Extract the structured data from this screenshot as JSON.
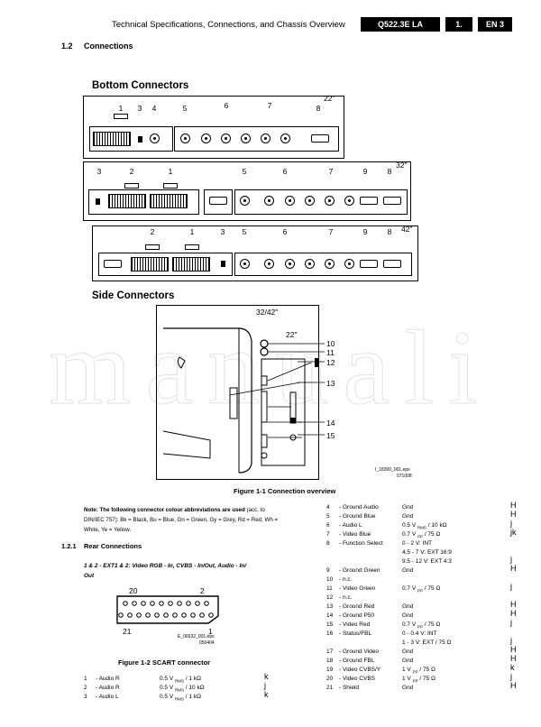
{
  "header": {
    "title": "Technical Specifications, Connections, and Chassis Overview",
    "model": "Q522.3E LA",
    "section": "1.",
    "lang": "EN 3"
  },
  "section": {
    "number": "1.2",
    "title": "Connections"
  },
  "bottom": {
    "heading": "Bottom Connectors",
    "panel22": {
      "size": "22\"",
      "nums": [
        "1",
        "3",
        "4",
        "5",
        "6",
        "7",
        "8"
      ]
    },
    "panel32": {
      "size": "32\"",
      "nums": [
        "3",
        "2",
        "1",
        "5",
        "6",
        "7",
        "9",
        "8"
      ]
    },
    "panel42": {
      "size": "42\"",
      "nums": [
        "2",
        "1",
        "3",
        "5",
        "6",
        "7",
        "9",
        "8"
      ]
    }
  },
  "side": {
    "heading": "Side Connectors",
    "size_main": "32/42\"",
    "size_small": "22\"",
    "callouts": [
      "10",
      "11",
      "12",
      "13",
      "14",
      "15"
    ],
    "code1": "I_18300_001.eps",
    "code2": "071008"
  },
  "figure1": {
    "caption": "Figure 1-1 Connection overview"
  },
  "note": {
    "bold": "Note: The following connector colour abbreviations are used",
    "text": "(acc. to DIN/IEC 757): Bk = Black, Bu = Blue, Gn = Green, Gy = Grey, Rd = Red, Wh = White, Ye = Yellow."
  },
  "rear": {
    "number": "1.2.1",
    "title": "Rear Connections",
    "ext_desc": "1 & 2 - EXT1 & 2: Video RGB - In, CVBS - In/Out, Audio - In/ Out"
  },
  "scart": {
    "pin_tl": "20",
    "pin_tr": "2",
    "pin_bl": "21",
    "pin_br": "1",
    "code1": "E_06532_001.eps",
    "code2": "050404",
    "caption": "Figure 1-2 SCART connector"
  },
  "pins_left": [
    {
      "n": "1",
      "l": "- Audio R",
      "v": "0.5 V",
      "sub": "RMS",
      "u": " / 1 kΩ",
      "m": "k"
    },
    {
      "n": "2",
      "l": "- Audio R",
      "v": "0.5 V",
      "sub": "RMS",
      "u": " / 10 kΩ",
      "m": "j"
    },
    {
      "n": "3",
      "l": "- Audio L",
      "v": "0.5 V",
      "sub": "RMS",
      "u": " / 1 kΩ",
      "m": "k"
    }
  ],
  "pins_right": [
    {
      "n": "4",
      "l": "- Ground Audio",
      "v": "Gnd",
      "sub": "",
      "u": "",
      "m": "H"
    },
    {
      "n": "5",
      "l": "- Ground Blue",
      "v": "Gnd",
      "sub": "",
      "u": "",
      "m": "H"
    },
    {
      "n": "6",
      "l": "- Audio L",
      "v": "0.5 V",
      "sub": "RMS",
      "u": " / 10 kΩ",
      "m": "j"
    },
    {
      "n": "7",
      "l": "- Video Blue",
      "v": "0.7 V",
      "sub": "PP",
      "u": " / 75 Ω",
      "m": "jk"
    },
    {
      "n": "8",
      "l": "- Function Select",
      "v": "0 - 2 V: INT",
      "sub": "",
      "u": "",
      "m": ""
    },
    {
      "n": "",
      "l": "",
      "v": "4.5 - 7 V: EXT 16:9",
      "sub": "",
      "u": "",
      "m": ""
    },
    {
      "n": "",
      "l": "",
      "v": "9.5 - 12 V: EXT 4:3",
      "sub": "",
      "u": "",
      "m": "j"
    },
    {
      "n": "9",
      "l": "- Ground Green",
      "v": "Gnd",
      "sub": "",
      "u": "",
      "m": "H"
    },
    {
      "n": "10",
      "l": "- n.c.",
      "v": "",
      "sub": "",
      "u": "",
      "m": ""
    },
    {
      "n": "11",
      "l": "- Video Green",
      "v": "0.7 V",
      "sub": "PP",
      "u": " / 75 Ω",
      "m": "j"
    },
    {
      "n": "12",
      "l": "- n.c.",
      "v": "",
      "sub": "",
      "u": "",
      "m": ""
    },
    {
      "n": "13",
      "l": "- Ground Red",
      "v": "Gnd",
      "sub": "",
      "u": "",
      "m": "H"
    },
    {
      "n": "14",
      "l": "- Ground P50",
      "v": "Gnd",
      "sub": "",
      "u": "",
      "m": "H"
    },
    {
      "n": "15",
      "l": "- Video Red",
      "v": "0.7 V",
      "sub": "PP",
      "u": " / 75 Ω",
      "m": "j"
    },
    {
      "n": "16",
      "l": "- Status/FBL",
      "v": "0 - 0.4 V: INT",
      "sub": "",
      "u": "",
      "m": ""
    },
    {
      "n": "",
      "l": "",
      "v": "1 - 3 V: EXT / 75 Ω",
      "sub": "",
      "u": "",
      "m": "j"
    },
    {
      "n": "17",
      "l": "- Ground Video",
      "v": "Gnd",
      "sub": "",
      "u": "",
      "m": "H"
    },
    {
      "n": "18",
      "l": "- Ground FBL",
      "v": "Gnd",
      "sub": "",
      "u": "",
      "m": "H"
    },
    {
      "n": "19",
      "l": "- Video CVBS/Y",
      "v": "1 V",
      "sub": "PP",
      "u": " / 75 Ω",
      "m": "k"
    },
    {
      "n": "20",
      "l": "- Video CVBS",
      "v": "1 V",
      "sub": "PP",
      "u": " / 75 Ω",
      "m": "j"
    },
    {
      "n": "21",
      "l": "- Shield",
      "v": "Gnd",
      "sub": "",
      "u": "",
      "m": "H"
    }
  ],
  "watermark": "manuali"
}
